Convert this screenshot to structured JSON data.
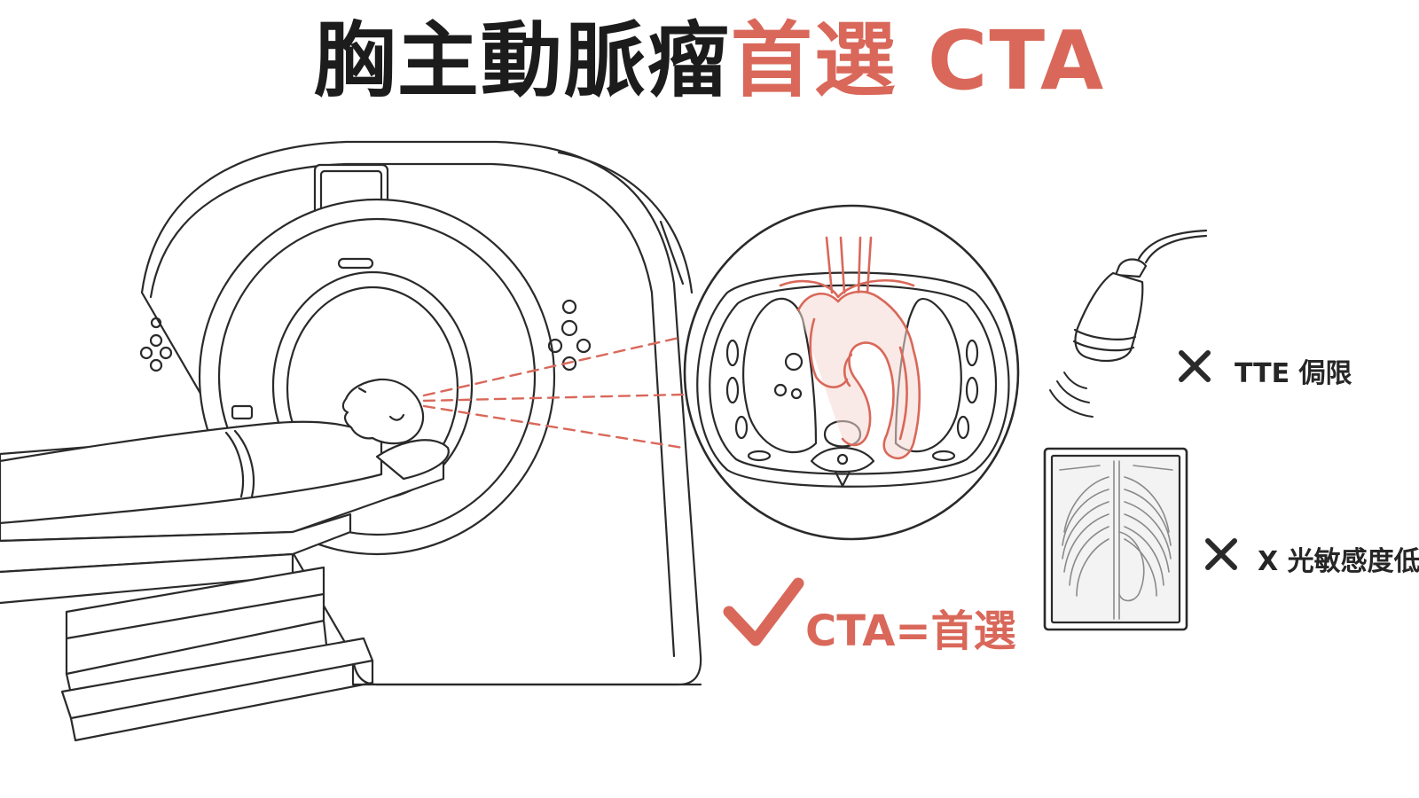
{
  "title": {
    "part1": "胸主動脈瘤",
    "part2": "首選 CTA"
  },
  "options": {
    "tte": {
      "mark": "✕",
      "label": "TTE 侷限"
    },
    "xray": {
      "mark": "✕",
      "label": "X 光敏感度低"
    },
    "cta": {
      "mark": "✓",
      "label": "CTA=首選"
    }
  },
  "colors": {
    "accent": "#d9685a",
    "ink": "#1c1c1c",
    "line": "#2a2a2a"
  },
  "icons": [
    "ct-scanner-icon",
    "patient-icon",
    "chest-cross-section-icon",
    "ultrasound-probe-icon",
    "chest-xray-icon",
    "cross-icon",
    "check-icon"
  ]
}
